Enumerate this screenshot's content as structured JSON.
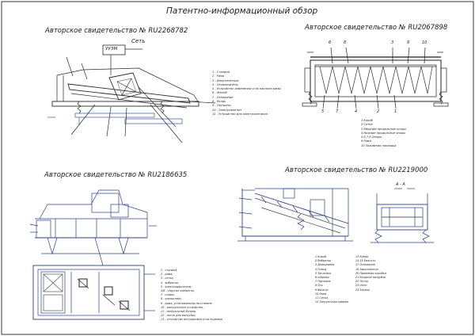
{
  "sheet_title": "Патентно-информационный обзор",
  "sections": {
    "s1": {
      "title": "Авторское свидетельство № RU2268782",
      "label_power": "Сеть",
      "label_unit": "УУЭМ",
      "legend": [
        "1 - Станина",
        "2 - Рама",
        "3 - Амортизаторы",
        "4 - Ограничитель",
        "5 - Устройство изменения угла наклона рамы",
        "6 - Желоб",
        "7 - Основание",
        "8 - Якорь",
        "9 - Пружины",
        "10 - Электромагнит",
        "11 - Устройство для электропитания"
      ]
    },
    "s2": {
      "title": "Авторское свидетельство № RU2067898",
      "top_labels": [
        "6",
        "8",
        "3",
        "9",
        "10"
      ],
      "bottom_labels": [
        "5",
        "7",
        "4",
        "2",
        "1"
      ],
      "legend": [
        "1 Короб",
        "2 Сетка",
        "3 Верхние продольные опоры",
        "4 Нижние продольные опоры",
        "5,6,7,8 Опоры",
        "9 Рама",
        "10 Зажимная накладка"
      ]
    },
    "s3": {
      "title": "Авторское свидетельство № RU2186635",
      "legend": [
        "1 - станина,",
        "2 - рама,",
        "3 - сетка,",
        "4 - вибратор,",
        "5 - электродвигатель,",
        "5/6 - упругие элементы,",
        "7 - опоры,",
        "8 - кронштейн,",
        "9 - рама, установленная на станине,",
        "10 - разгрузочное устройство,",
        "11 - загрузочный бункер,",
        "12 - лоток для выгрузки,",
        "13 - устройство регулировки угла подъема"
      ]
    },
    "s4": {
      "title": "Авторское свидетельство № RU2219000",
      "section_mark": "А - А",
      "legend_col1": [
        "1 Короб",
        "2 Вибратор",
        "3 Днищевина",
        "4 Отвод",
        "5 Заслонка",
        "6 Шарнир",
        "7 Пружина",
        "8 Ось",
        "9 Фильтр",
        "10 Рама",
        "11 Сетка",
        "12 Загрузочная камера"
      ],
      "legend_col2": [
        "13 Канал",
        "14,15 Ёмкость",
        "17 Основание",
        "18 Амортизатор",
        "20 Приёмная коробка",
        "21 Входной патрубок",
        "22 Лоток",
        "23 Окно",
        "24 Затвор"
      ]
    }
  }
}
